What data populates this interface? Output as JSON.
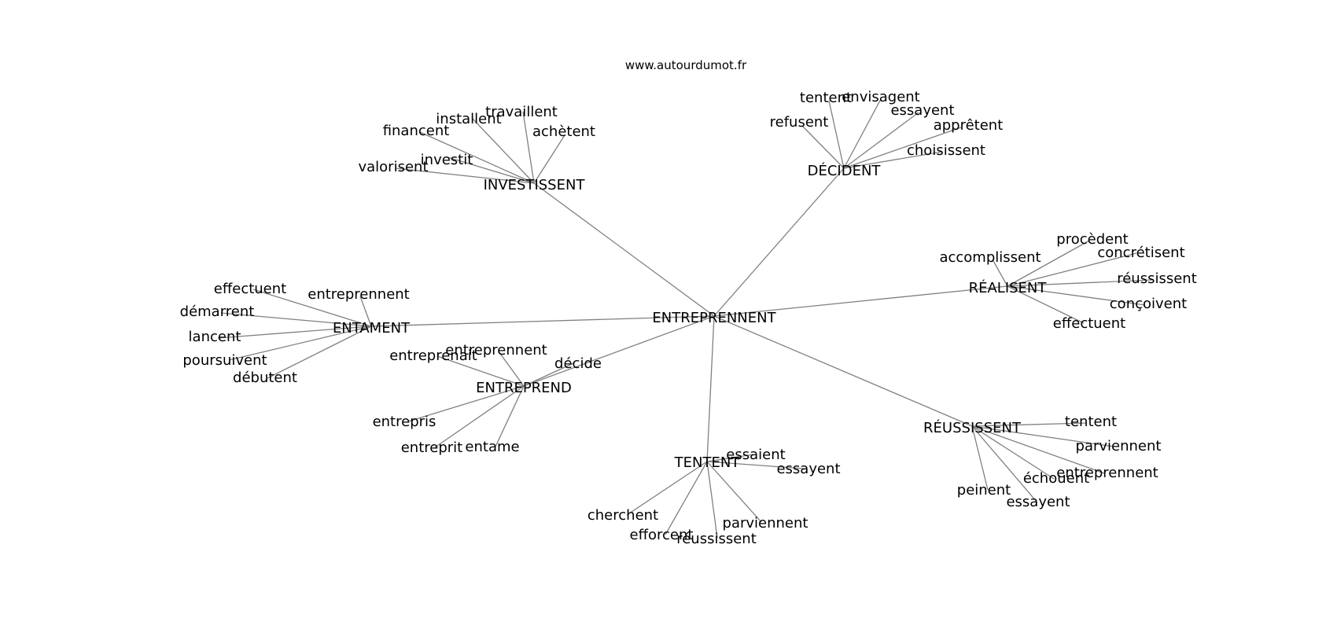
{
  "site": "www.autourdumot.fr",
  "colors": {
    "edge": "#808080",
    "text": "#000000",
    "background": "#ffffff"
  },
  "root": "ENTREPRENNENT",
  "groups": [
    {
      "hub": "INVESTISSENT",
      "leaves": [
        "travaillent",
        "installent",
        "financent",
        "achètent",
        "investit",
        "valorisent"
      ]
    },
    {
      "hub": "DÉCIDENT",
      "leaves": [
        "tentent",
        "envisagent",
        "refusent",
        "essayent",
        "apprêtent",
        "choisissent"
      ]
    },
    {
      "hub": "RÉALISENT",
      "leaves": [
        "procèdent",
        "accomplissent",
        "concrétisent",
        "réussissent",
        "conçoivent",
        "effectuent"
      ]
    },
    {
      "hub": "ENTAMENT",
      "leaves": [
        "effectuent",
        "entreprennent",
        "démarrent",
        "lancent",
        "poursuivent",
        "débutent"
      ]
    },
    {
      "hub": "ENTREPREND",
      "leaves": [
        "entreprennent",
        "entreprenait",
        "décide",
        "entrepris",
        "entreprit",
        "entame"
      ]
    },
    {
      "hub": "RÉUSSISSENT",
      "leaves": [
        "tentent",
        "parviennent",
        "entreprennent",
        "échouent",
        "peinent",
        "essayent"
      ]
    },
    {
      "hub": "TENTENT",
      "leaves": [
        "essaient",
        "essayent",
        "cherchent",
        "parviennent",
        "efforcent",
        "réussissent"
      ]
    }
  ]
}
